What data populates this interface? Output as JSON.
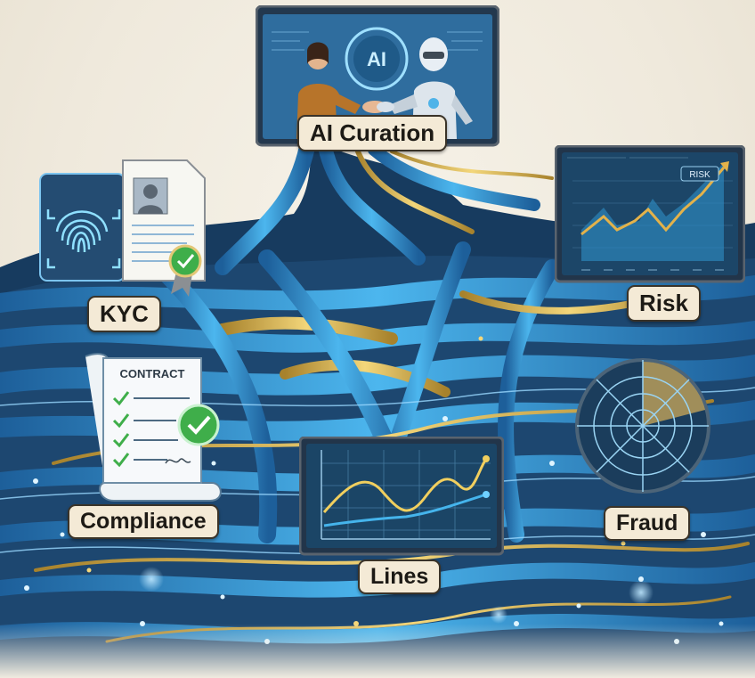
{
  "labels": {
    "ai_curation": "AI Curation",
    "kyc": "KYC",
    "risk": "Risk",
    "compliance": "Compliance",
    "fraud": "Fraud",
    "lines": "Lines"
  },
  "panels": {
    "ai_screen_badge": "AI",
    "risk_chart_title": "RISK",
    "contract_heading": "CONTRACT"
  },
  "colors": {
    "ribbon_blue": "#3aa7e8",
    "ribbon_gold": "#e6c060",
    "panel_dark": "#1b3550",
    "label_bg": "#f4ead6",
    "check_green": "#3fae4a"
  },
  "icons": [
    "fingerprint-icon",
    "id-document-icon",
    "award-seal-icon",
    "handshake-icon",
    "robot-icon",
    "person-icon",
    "checkmark-icon",
    "radar-icon",
    "signature-icon"
  ]
}
